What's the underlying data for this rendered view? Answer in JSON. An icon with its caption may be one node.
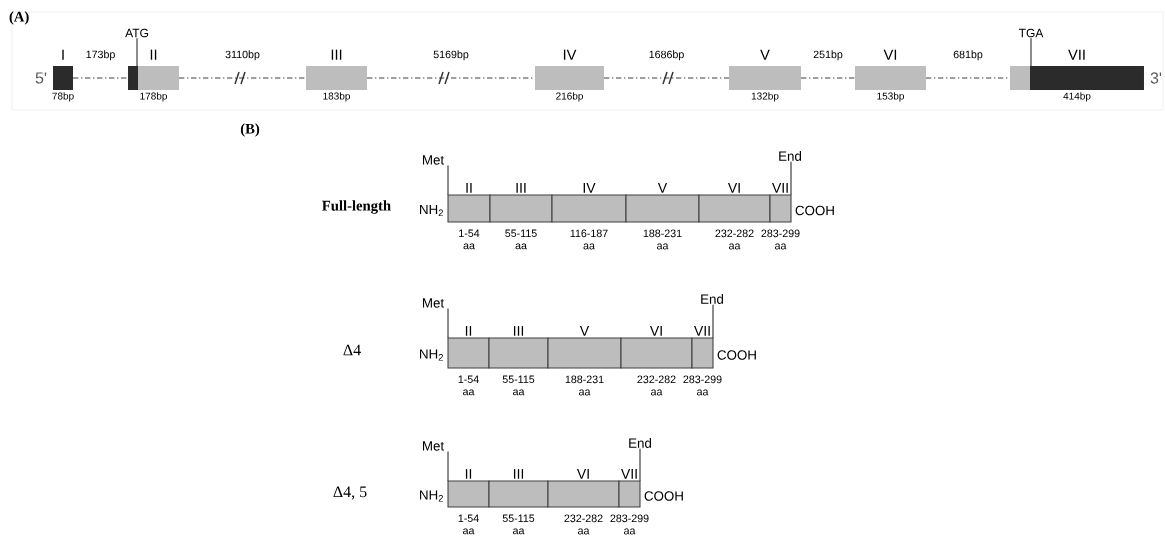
{
  "diagram": {
    "nodes": [
      {
        "text": [
          "I",
          "78bp"
        ]
      },
      {
        "text": [
          "II",
          "178bp"
        ]
      },
      {
        "text": [
          "III",
          "183bp"
        ]
      },
      {
        "text": [
          "IV",
          "216bp"
        ]
      },
      {
        "text": [
          "V",
          "132bp"
        ]
      },
      {
        "text": [
          "VI",
          "153bp"
        ]
      },
      {
        "text": [
          "VII",
          "414bp"
        ]
      },
      {
        "text": [
          "II",
          "1-54 aa"
        ]
      },
      {
        "text": [
          "III",
          "55-115 aa"
        ]
      },
      {
        "text": [
          "IV",
          "116-187 aa"
        ]
      },
      {
        "text": [
          "V",
          "188-231 aa"
        ]
      },
      {
        "text": [
          "VI",
          "232-282 aa"
        ]
      },
      {
        "text": [
          "VII",
          "283-299 aa"
        ]
      },
      {
        "text": [
          "II",
          "1-54 aa"
        ]
      },
      {
        "text": [
          "III",
          "55-115 aa"
        ]
      },
      {
        "text": [
          "V",
          "188-231 aa"
        ]
      },
      {
        "text": [
          "VI",
          "232-282 aa"
        ]
      },
      {
        "text": [
          "VII",
          "283-299 aa"
        ]
      },
      {
        "text": [
          "II",
          "1-54 aa"
        ]
      },
      {
        "text": [
          "III",
          "55-115 aa"
        ]
      },
      {
        "text": [
          "VI",
          "232-282 aa"
        ]
      },
      {
        "text": [
          "VII",
          "283-299 aa"
        ]
      },
      {
        "text": [
          "ATG"
        ]
      },
      {
        "text": [
          "TGA"
        ]
      },
      {
        "text": [
          "Met"
        ]
      },
      {
        "text": [
          "End"
        ]
      },
      {
        "text": [
          "Met"
        ]
      },
      {
        "text": [
          "End"
        ]
      },
      {
        "text": [
          "Met"
        ]
      },
      {
        "text": [
          "End"
        ]
      }
    ],
    "edges": [
      {
        "from": 0,
        "to": 1,
        "arrow": "none",
        "label": "173bp",
        "style": "dashed"
      },
      {
        "from": 1,
        "to": 2,
        "arrow": "none",
        "label": "3110bp",
        "style": "dashed"
      },
      {
        "from": 2,
        "to": 3,
        "arrow": "none",
        "label": "5169bp",
        "style": "dashed"
      },
      {
        "from": 3,
        "to": 4,
        "arrow": "none",
        "label": "1686bp",
        "style": "dashed"
      },
      {
        "from": 4,
        "to": 5,
        "arrow": "none",
        "label": "251bp",
        "style": "dashed"
      },
      {
        "from": 5,
        "to": 6,
        "arrow": "none",
        "label": "681bp",
        "style": "dashed"
      },
      {
        "from": 22,
        "to": 1,
        "arrow": "none"
      },
      {
        "from": 23,
        "to": 6,
        "arrow": "none"
      },
      {
        "from": 24,
        "to": 7,
        "arrow": "none"
      },
      {
        "from": 25,
        "to": 12,
        "arrow": "none"
      },
      {
        "from": 26,
        "to": 13,
        "arrow": "none"
      },
      {
        "from": 27,
        "to": 17,
        "arrow": "none"
      },
      {
        "from": 28,
        "to": 18,
        "arrow": "none"
      },
      {
        "from": 29,
        "to": 21,
        "arrow": "none"
      }
    ],
    "labels": [
      "(A)",
      "5'",
      "3'",
      "(B)",
      "Full-length",
      "NH$_{2}$",
      "COOH",
      "Δ4",
      "NH$_{2}$",
      "COOH",
      "Δ4, 5",
      "NH$_{2}$",
      "COOH"
    ]
  }
}
